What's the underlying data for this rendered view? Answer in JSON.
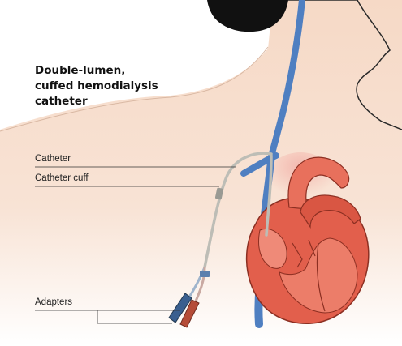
{
  "title": {
    "line1": "Double-lumen,",
    "line2": "cuffed hemodialysis",
    "line3": "catheter"
  },
  "labels": {
    "catheter": "Catheter",
    "catheter_cuff": "Catheter cuff",
    "adapters": "Adapters"
  },
  "colors": {
    "skin": "#f5dccb",
    "skin_light": "#fbece2",
    "hair": "#111111",
    "vein": "#4f7fc1",
    "heart": "#e25f4c",
    "heart_dark": "#b8402f",
    "catheter": "#cfcfc8",
    "adapter_blue": "#3a5f8f",
    "adapter_red": "#b54c38"
  }
}
